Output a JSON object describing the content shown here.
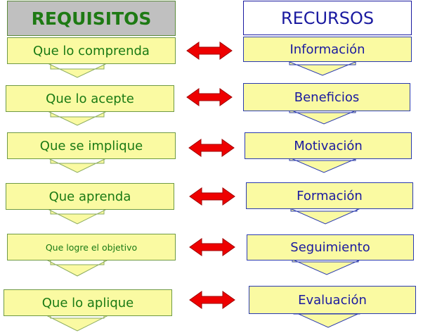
{
  "headers": {
    "left": "REQUISITOS",
    "right": "RECURSOS"
  },
  "requisitos": [
    "Que lo comprenda",
    "Que lo acepte",
    "Que se implique",
    "Que aprenda",
    "Que logre el objetivo",
    "Que lo aplique"
  ],
  "recursos": [
    "Información",
    "Beneficios",
    "Motivación",
    "Formación",
    "Seguimiento",
    "Evaluación"
  ],
  "colors": {
    "box_fill": "#fafaa2",
    "left_text": "#1a7a14",
    "right_text": "#1a1aa0",
    "double_arrow": "#ee0000",
    "header_left_bg": "#c0c0c0"
  }
}
